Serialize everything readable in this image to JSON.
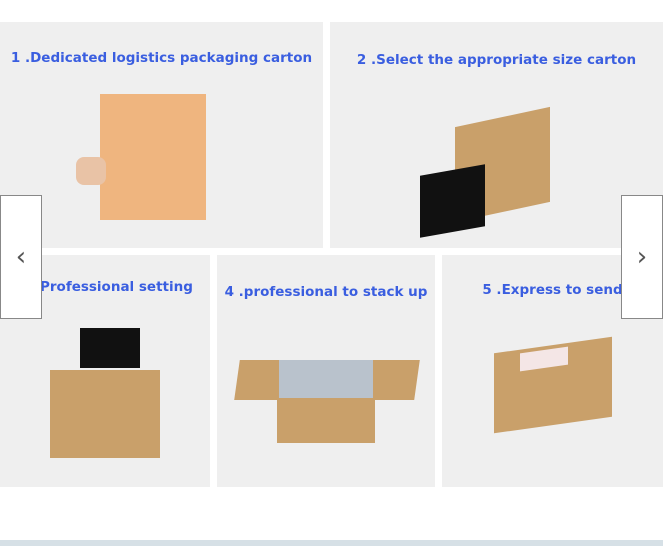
{
  "steps": [
    {
      "caption": "1 .Dedicated logistics packaging carton"
    },
    {
      "caption": "2 .Select the appropriate size carton"
    },
    {
      "caption": "Professional setting"
    },
    {
      "caption": "4 .professional to stack up"
    },
    {
      "caption": "5 .Express to send"
    }
  ],
  "nav": {
    "prev": "‹",
    "next": "›"
  },
  "colors": {
    "caption": "#3a5ee0",
    "panel": "#efefef",
    "carton": "#c9a06a"
  }
}
